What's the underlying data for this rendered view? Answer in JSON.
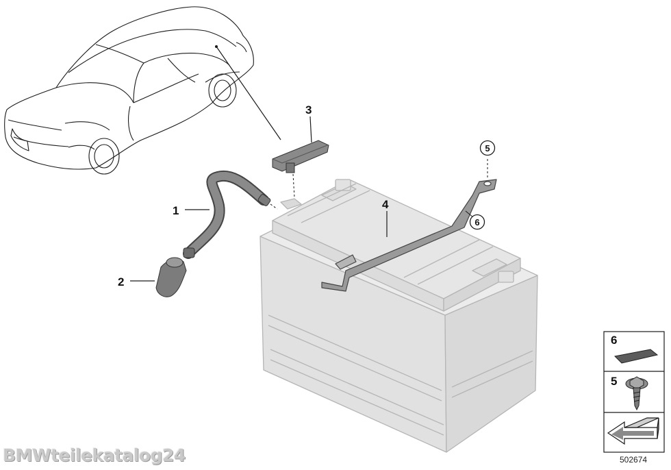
{
  "callouts": [
    {
      "number": "1",
      "style": "plain"
    },
    {
      "number": "2",
      "style": "plain"
    },
    {
      "number": "3",
      "style": "plain"
    },
    {
      "number": "4",
      "style": "plain"
    },
    {
      "number": "5",
      "style": "circled"
    },
    {
      "number": "6",
      "style": "circled"
    }
  ],
  "legend": [
    {
      "number": "6",
      "icon": "adhesive-pad-icon"
    },
    {
      "number": "5",
      "icon": "screw-icon"
    },
    {
      "number": "",
      "icon": "arrow-direction-icon"
    }
  ],
  "watermark": "BMWteilekatalog24",
  "image_id": "502674",
  "colors": {
    "line": "#1a1a1a",
    "battery_fill": "#e4e4e4",
    "battery_stroke": "#b5b5b5",
    "part_fill": "#8a8a8a",
    "watermark": "#c9c9c9"
  }
}
